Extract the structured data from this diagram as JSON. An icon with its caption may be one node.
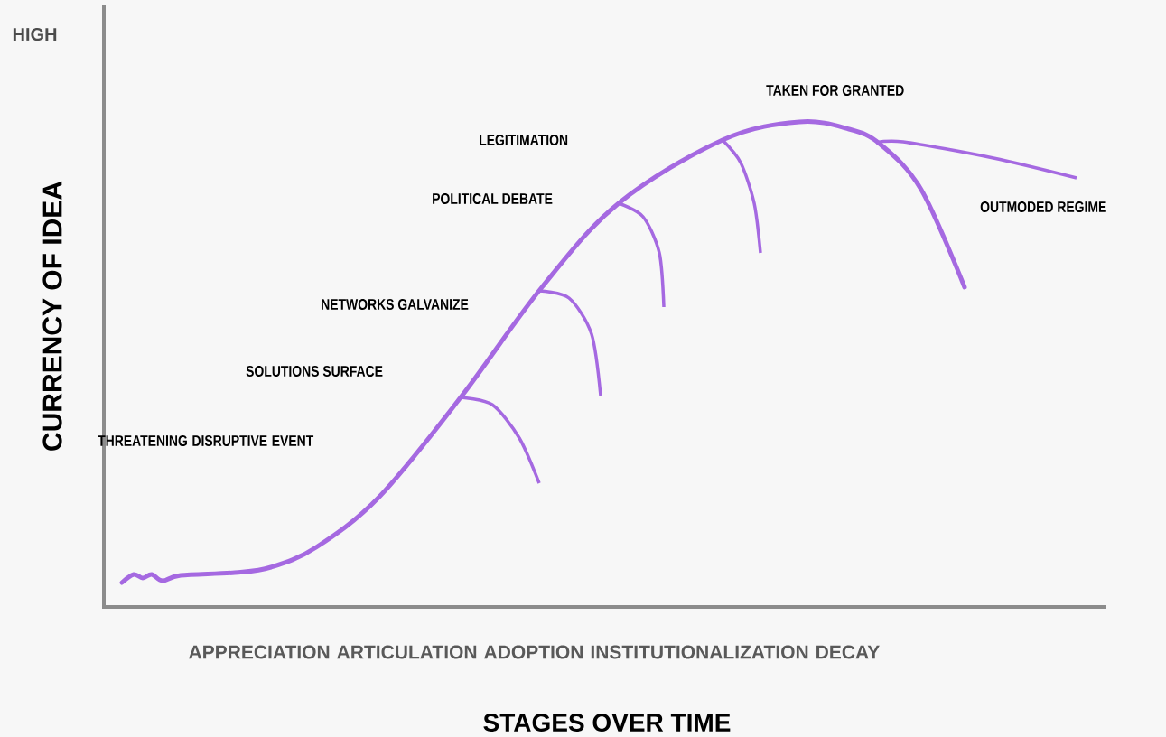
{
  "diagram": {
    "labels": [
      "HIGH",
      "CURRENCY OF IDEA",
      "THREATENING DISRUPTIVE EVENT",
      "SOLUTIONS SURFACE",
      "NETWORKS GALVANIZE",
      "POLITICAL DEBATE",
      "LEGITIMATION",
      "TAKEN FOR GRANTED",
      "OUTMODED REGIME",
      "APPRECIATION ARTICULATION ADOPTION INSTITUTIONALIZATION DECAY",
      "STAGES OVER TIME"
    ]
  }
}
